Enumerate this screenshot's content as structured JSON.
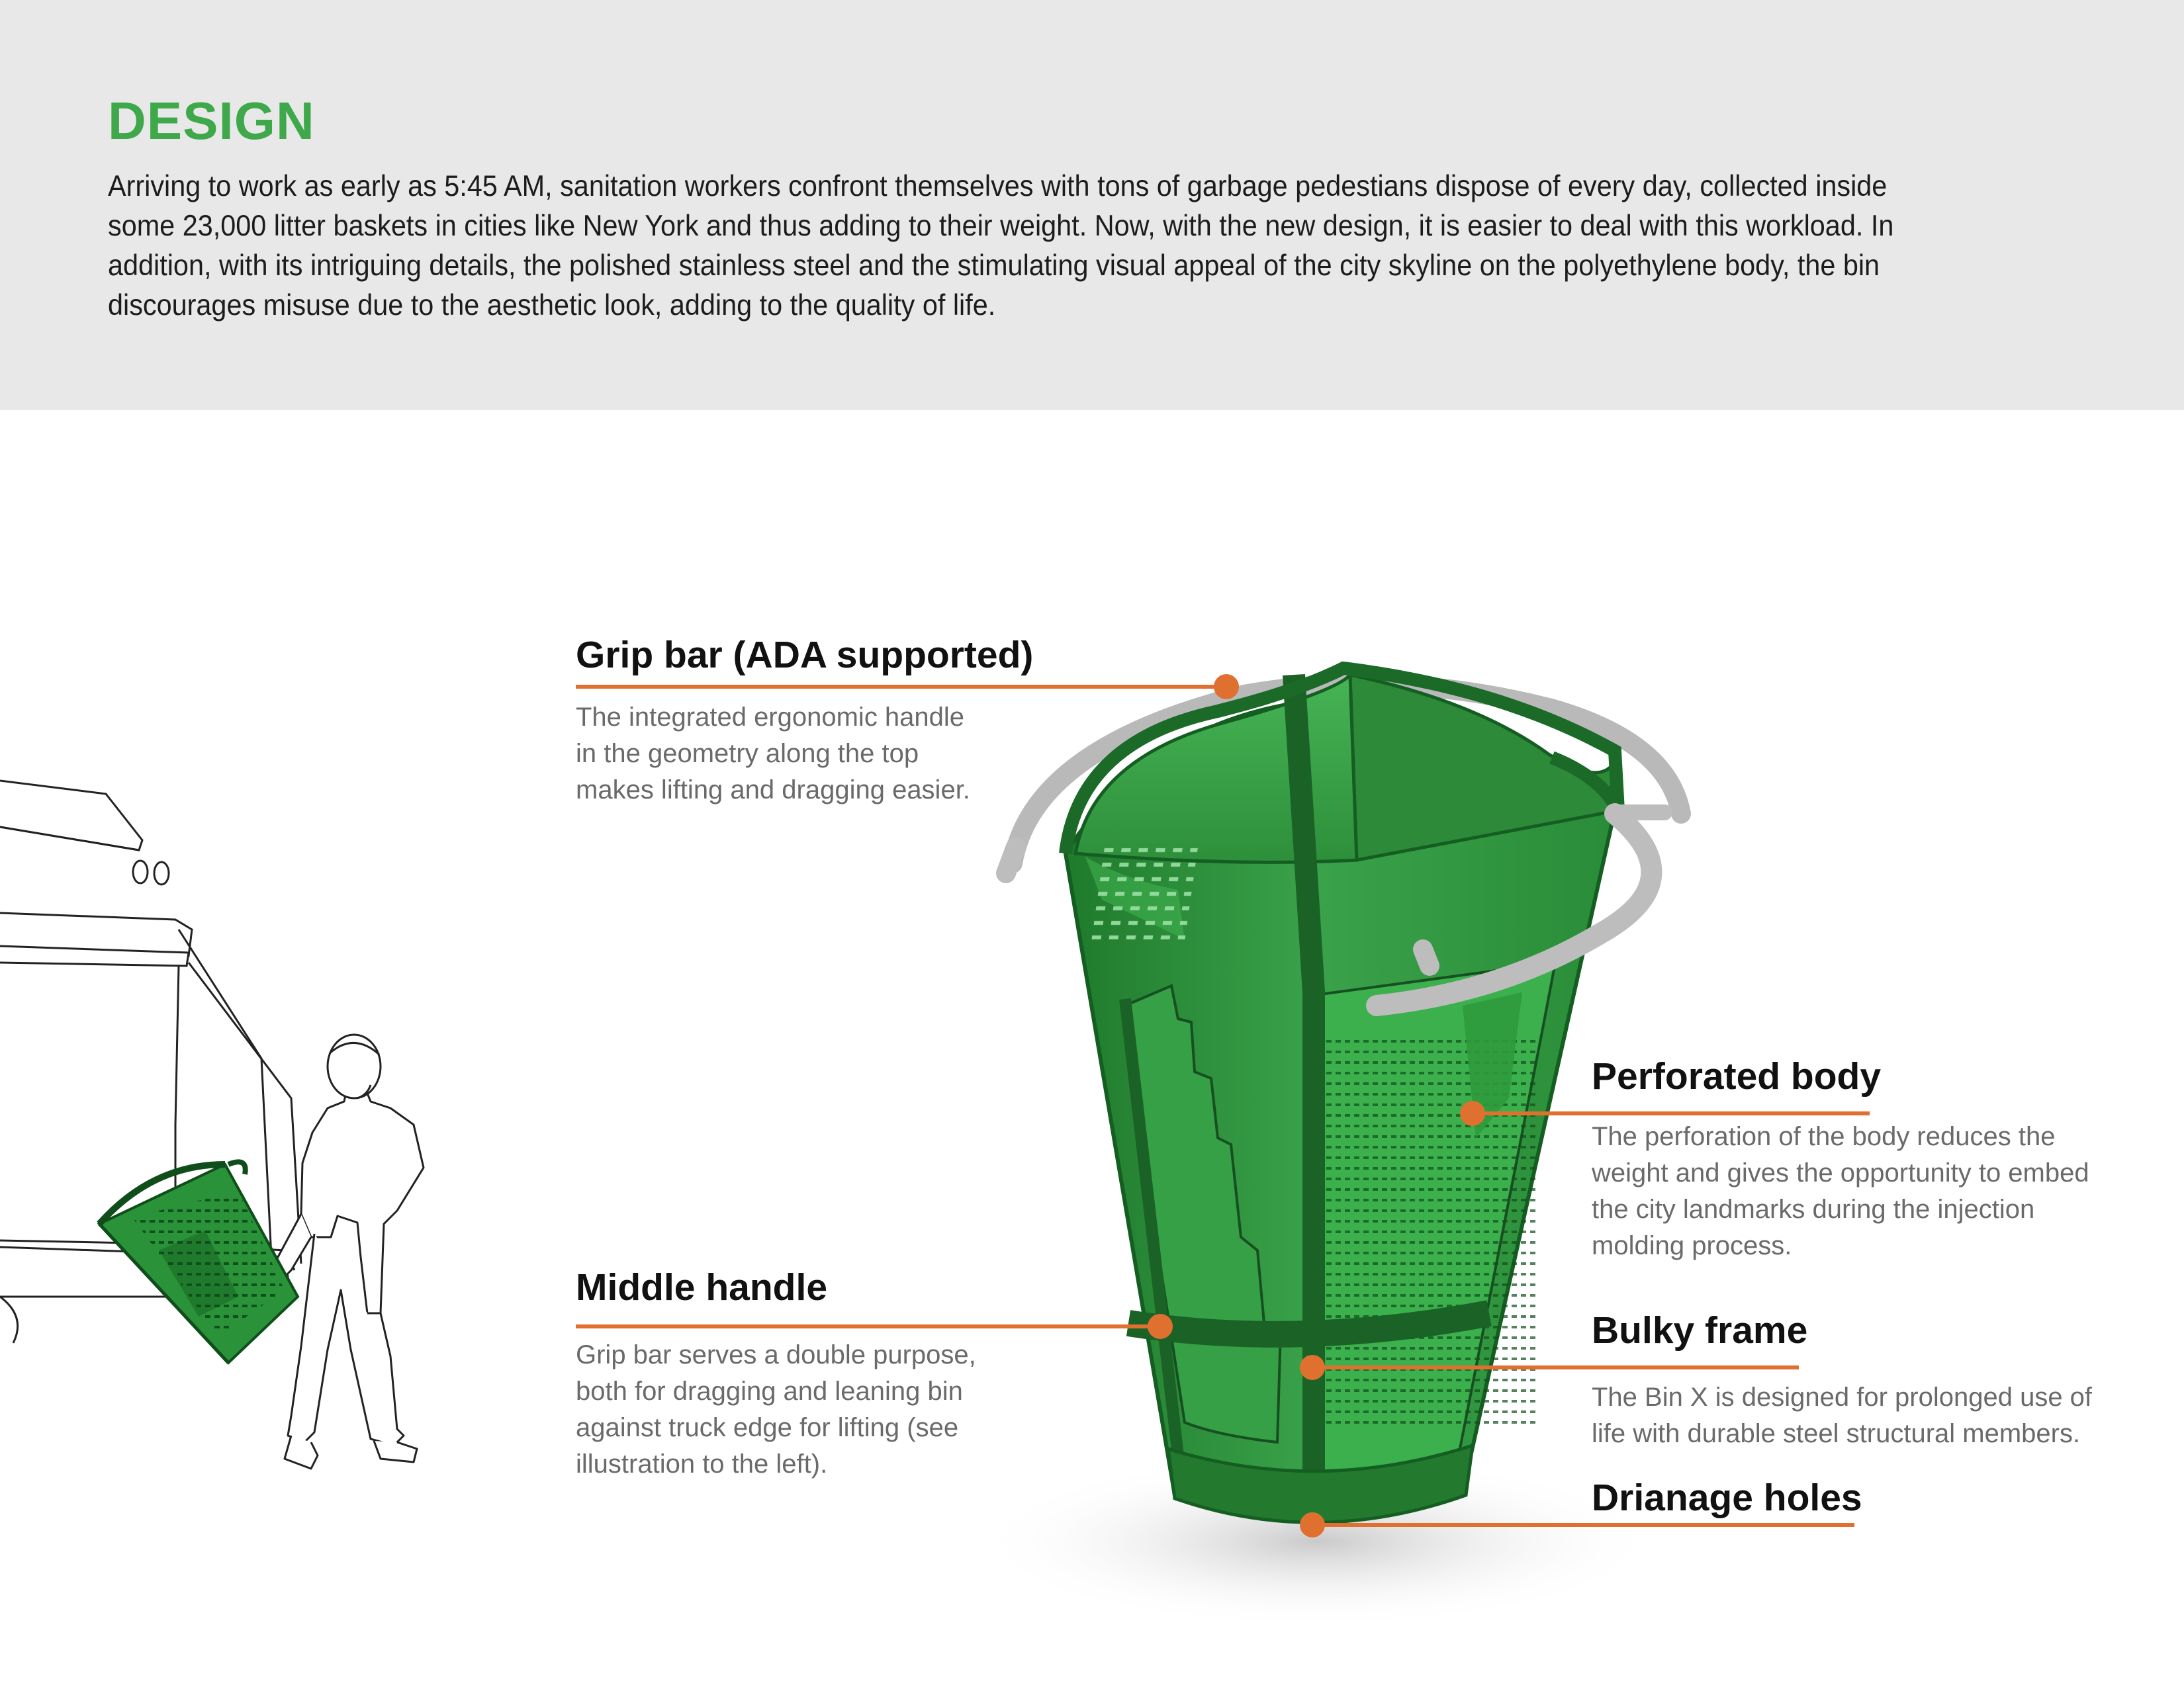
{
  "header": {
    "title": "DESIGN",
    "intro": "Arriving to work as early as 5:45 AM, sanitation workers confront themselves with tons of garbage pedestians dispose of every day, collected inside some 23,000 litter baskets in cities like New York and thus adding to their weight. Now, with the new design, it is easier to deal with this workload. In addition, with its intriguing details, the polished stainless steel and the stimulating visual appeal of the city skyline on the polyethylene body, the bin discourages misuse due to the aesthetic look, adding to the quality of life."
  },
  "callouts": {
    "grip_bar": {
      "title": "Grip bar (ADA supported)",
      "description": "The integrated ergonomic handle in the geometry along the top makes lifting and dragging easier."
    },
    "perforated_body": {
      "title": "Perforated body",
      "description": "The perforation of the body reduces the weight and gives the opportunity to embed the city landmarks during the injection molding process."
    },
    "middle_handle": {
      "title": "Middle handle",
      "description": "Grip bar serves a double purpose, both for dragging and leaning bin against truck edge for lifting (see illustration to the left)."
    },
    "bulky_frame": {
      "title": "Bulky frame",
      "description": "The Bin X is designed for prolonged use of life with durable steel structural members."
    },
    "drainage_holes": {
      "title": "Drianage holes"
    }
  },
  "colors": {
    "title_green": "#3ea84a",
    "accent_orange": "#e07030",
    "bin_green": "#2f9a3c",
    "bin_dark_green": "#1f6e2a",
    "handle_grey": "#bcbcbc",
    "header_band": "#e8e8e8"
  }
}
